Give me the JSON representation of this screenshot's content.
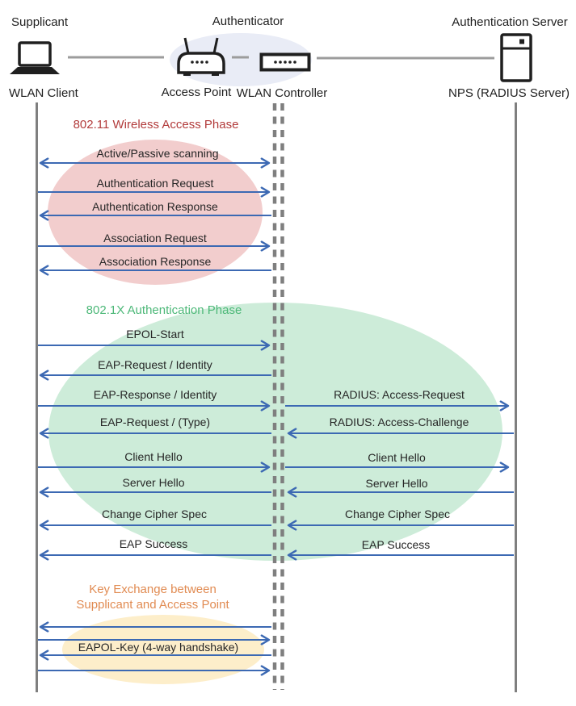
{
  "header": {
    "roles": {
      "supplicant": "Supplicant",
      "authenticator": "Authenticator",
      "authentication_server": "Authentication Server"
    },
    "devices": {
      "wlan_client": "WLAN Client",
      "access_point": "Access Point",
      "wlan_controller": "WLAN Controller",
      "nps": "NPS (RADIUS Server)"
    }
  },
  "phases": {
    "phase1": {
      "title": "802.11 Wireless Access Phase"
    },
    "phase2": {
      "title": "802.1X Authentication Phase"
    },
    "phase3": {
      "title_line1": "Key Exchange between",
      "title_line2": "Supplicant and Access Point"
    }
  },
  "messages": {
    "client_to_controller": [
      {
        "label": "Active/Passive scanning",
        "direction": "bidirectional"
      },
      {
        "label": "Authentication Request",
        "direction": "right"
      },
      {
        "label": "Authentication Response",
        "direction": "left"
      },
      {
        "label": "Association Request",
        "direction": "right"
      },
      {
        "label": "Association Response",
        "direction": "left"
      },
      {
        "label": "EPOL-Start",
        "direction": "right"
      },
      {
        "label": "EAP-Request / Identity",
        "direction": "left"
      },
      {
        "label": "EAP-Response / Identity",
        "direction": "right"
      },
      {
        "label": "EAP-Request / (Type)",
        "direction": "left"
      },
      {
        "label": "Client Hello",
        "direction": "right"
      },
      {
        "label": "Server Hello",
        "direction": "left"
      },
      {
        "label": "Change Cipher Spec",
        "direction": "left"
      },
      {
        "label": "EAP Success",
        "direction": "left"
      },
      {
        "label": "",
        "direction": "left"
      },
      {
        "label": "",
        "direction": "right"
      },
      {
        "label": "EAPOL-Key (4-way handshake)",
        "direction": "left"
      },
      {
        "label": "",
        "direction": "right"
      }
    ],
    "controller_to_server": [
      {
        "label": "RADIUS: Access-Request",
        "direction": "right"
      },
      {
        "label": "RADIUS: Access-Challenge",
        "direction": "left"
      },
      {
        "label": "Client Hello",
        "direction": "right"
      },
      {
        "label": "Server Hello",
        "direction": "left"
      },
      {
        "label": "Change Cipher Spec",
        "direction": "left"
      },
      {
        "label": "EAP Success",
        "direction": "left"
      }
    ]
  },
  "colors": {
    "arrow": "#3c69b3",
    "lifeline": "#7f7f7f",
    "connector": "#9c9c9c",
    "text": "#262626",
    "phase1_fill": "#f2cdcd",
    "phase1_title": "#b23b3b",
    "phase2_fill": "#cdecd9",
    "phase2_title": "#4cb878",
    "phase3_fill": "#fdeeca",
    "phase3_title": "#e18b52",
    "authenticator_fill": "#e9ecf6"
  }
}
